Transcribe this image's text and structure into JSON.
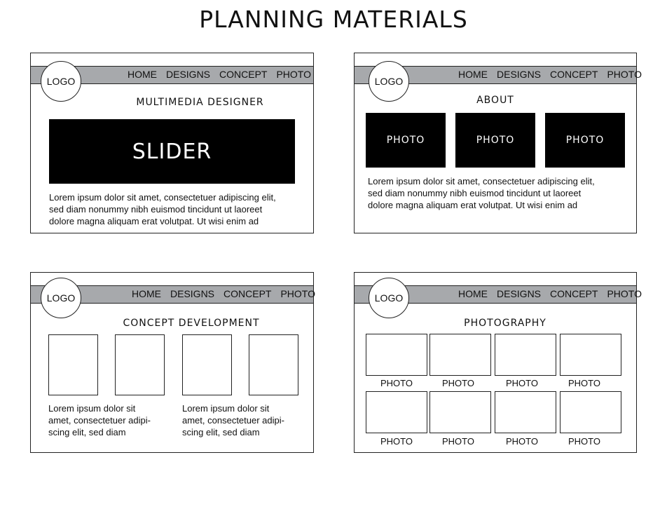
{
  "page_title": "PLANNING MATERIALS",
  "logo": "LOGO",
  "nav": [
    "HOME",
    "DESIGNS",
    "CONCEPT",
    "PHOTO"
  ],
  "home": {
    "heading": "MULTIMEDIA DESIGNER",
    "slider": "SLIDER",
    "lines": [
      "Lorem ipsum dolor sit amet, consectetuer adipiscing elit,",
      "sed diam nonummy nibh euismod tincidunt ut laoreet",
      "dolore magna aliquam erat volutpat. Ut wisi enim ad"
    ]
  },
  "about": {
    "heading": "ABOUT",
    "photos": [
      "PHOTO",
      "PHOTO",
      "PHOTO"
    ],
    "lines": [
      "Lorem ipsum dolor sit amet, consectetuer adipiscing elit,",
      "sed diam nonummy nibh euismod tincidunt ut laoreet",
      "dolore magna aliquam erat volutpat. Ut wisi enim ad"
    ]
  },
  "concept": {
    "heading": "CONCEPT DEVELOPMENT",
    "text_left": [
      "Lorem ipsum dolor sit",
      "amet, consectetuer adipi-",
      "scing elit, sed diam"
    ],
    "text_right": [
      "Lorem ipsum dolor sit",
      "amet, consectetuer adipi-",
      "scing elit, sed diam"
    ]
  },
  "photography": {
    "heading": "PHOTOGRAPHY",
    "captions": [
      "PHOTO",
      "PHOTO",
      "PHOTO",
      "PHOTO",
      "PHOTO",
      "PHOTO",
      "PHOTO",
      "PHOTO"
    ]
  }
}
